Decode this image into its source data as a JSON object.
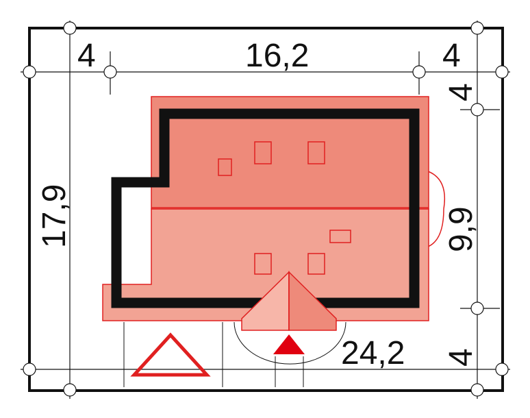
{
  "dimensions": {
    "top_left": "4",
    "top_width": "16,2",
    "top_right": "4",
    "right_top": "4",
    "left_height": "17,9",
    "right_height": "9,9",
    "bottom_width": "24,2",
    "bottom_right": "4"
  },
  "colors": {
    "roof_fill_upper": "#ee8a7a",
    "roof_fill_lower": "#f2a394",
    "roof_stroke": "#e02020",
    "wall": "#111111",
    "entrance_marker": "#e00010",
    "lines": "#111111"
  },
  "icons": {
    "entrance": "triangle-up-filled",
    "access": "triangle-up-outline"
  }
}
